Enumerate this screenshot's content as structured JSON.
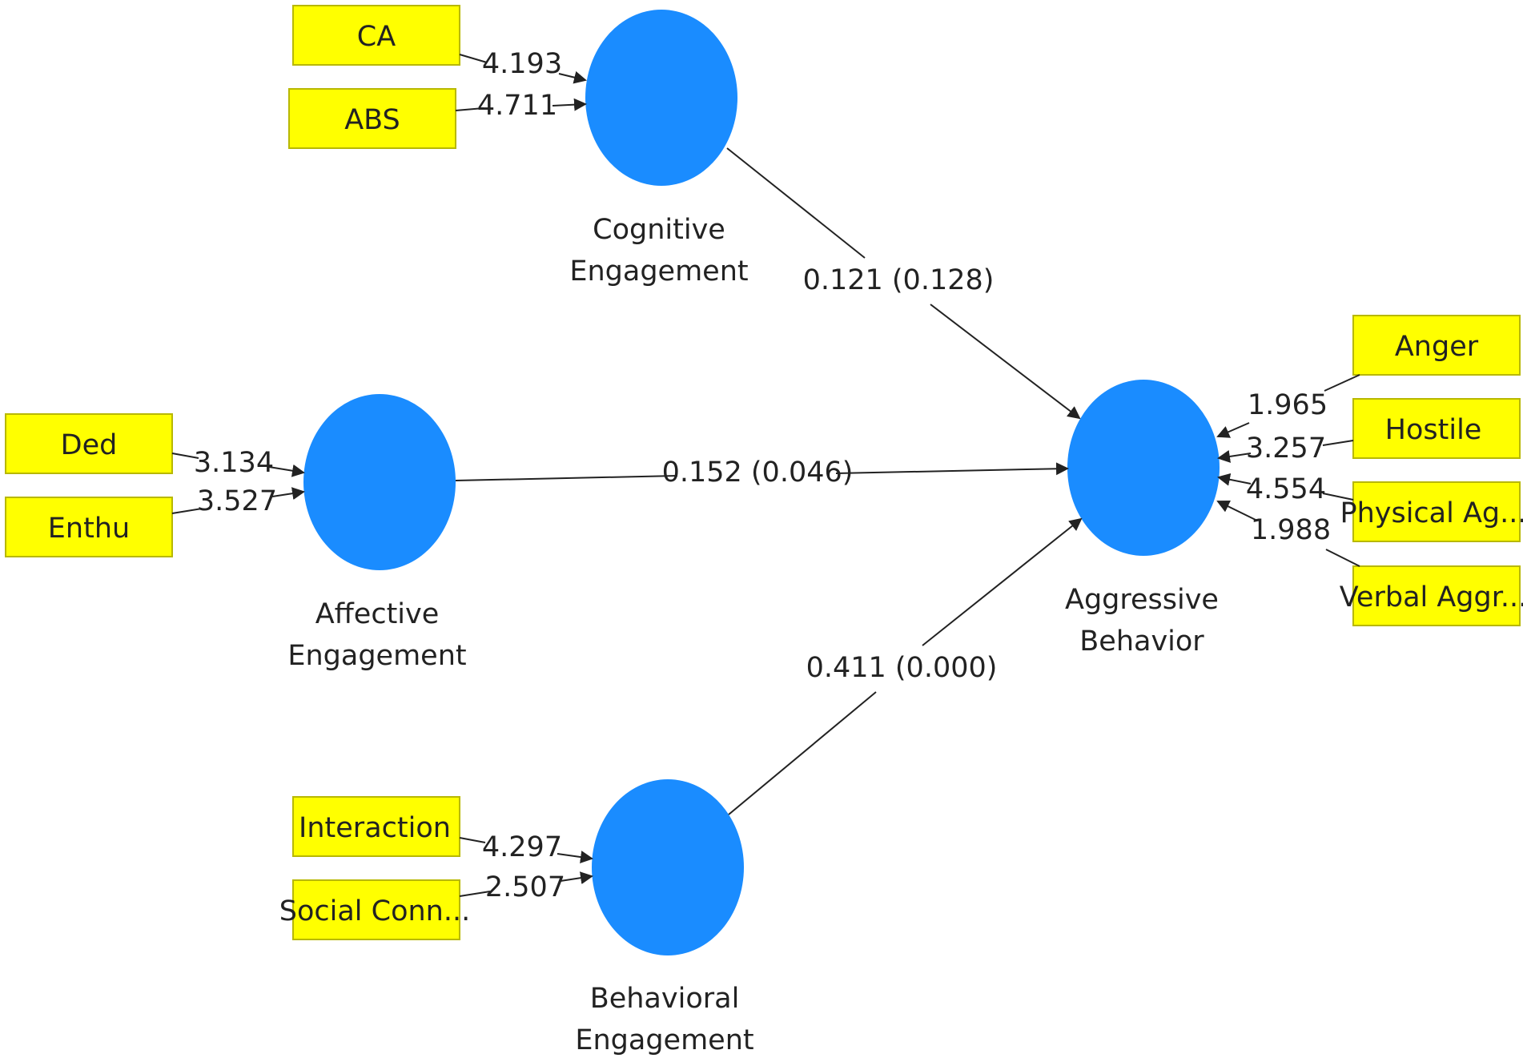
{
  "colors": {
    "construct_fill": "#1a8cff",
    "indicator_fill": "#ffff00",
    "indicator_stroke": "#b8b800",
    "line": "#222222",
    "text": "#222222"
  },
  "constructs": {
    "cognitive": {
      "line1": "Cognitive",
      "line2": "Engagement"
    },
    "affective": {
      "line1": "Affective",
      "line2": "Engagement"
    },
    "behavioral": {
      "line1": "Behavioral",
      "line2": "Engagement"
    },
    "aggressive": {
      "line1": "Aggressive",
      "line2": "Behavior"
    }
  },
  "indicators": {
    "ca": {
      "label": "CA",
      "weight": "4.193"
    },
    "abs": {
      "label": "ABS",
      "weight": "4.711"
    },
    "ded": {
      "label": "Ded",
      "weight": "3.134"
    },
    "enthu": {
      "label": "Enthu",
      "weight": "3.527"
    },
    "interaction": {
      "label": "Interaction",
      "weight": "4.297"
    },
    "social": {
      "label": "Social Conn...",
      "weight": "2.507"
    },
    "anger": {
      "label": "Anger",
      "weight": "1.965"
    },
    "hostile": {
      "label": "Hostile",
      "weight": "3.257"
    },
    "physical": {
      "label": "Physical Ag...",
      "weight": "4.554"
    },
    "verbal": {
      "label": "Verbal Aggr...",
      "weight": "1.988"
    }
  },
  "paths": {
    "cognitive_to_aggressive": "0.121 (0.128)",
    "affective_to_aggressive": "0.152 (0.046)",
    "behavioral_to_aggressive": "0.411 (0.000)"
  }
}
